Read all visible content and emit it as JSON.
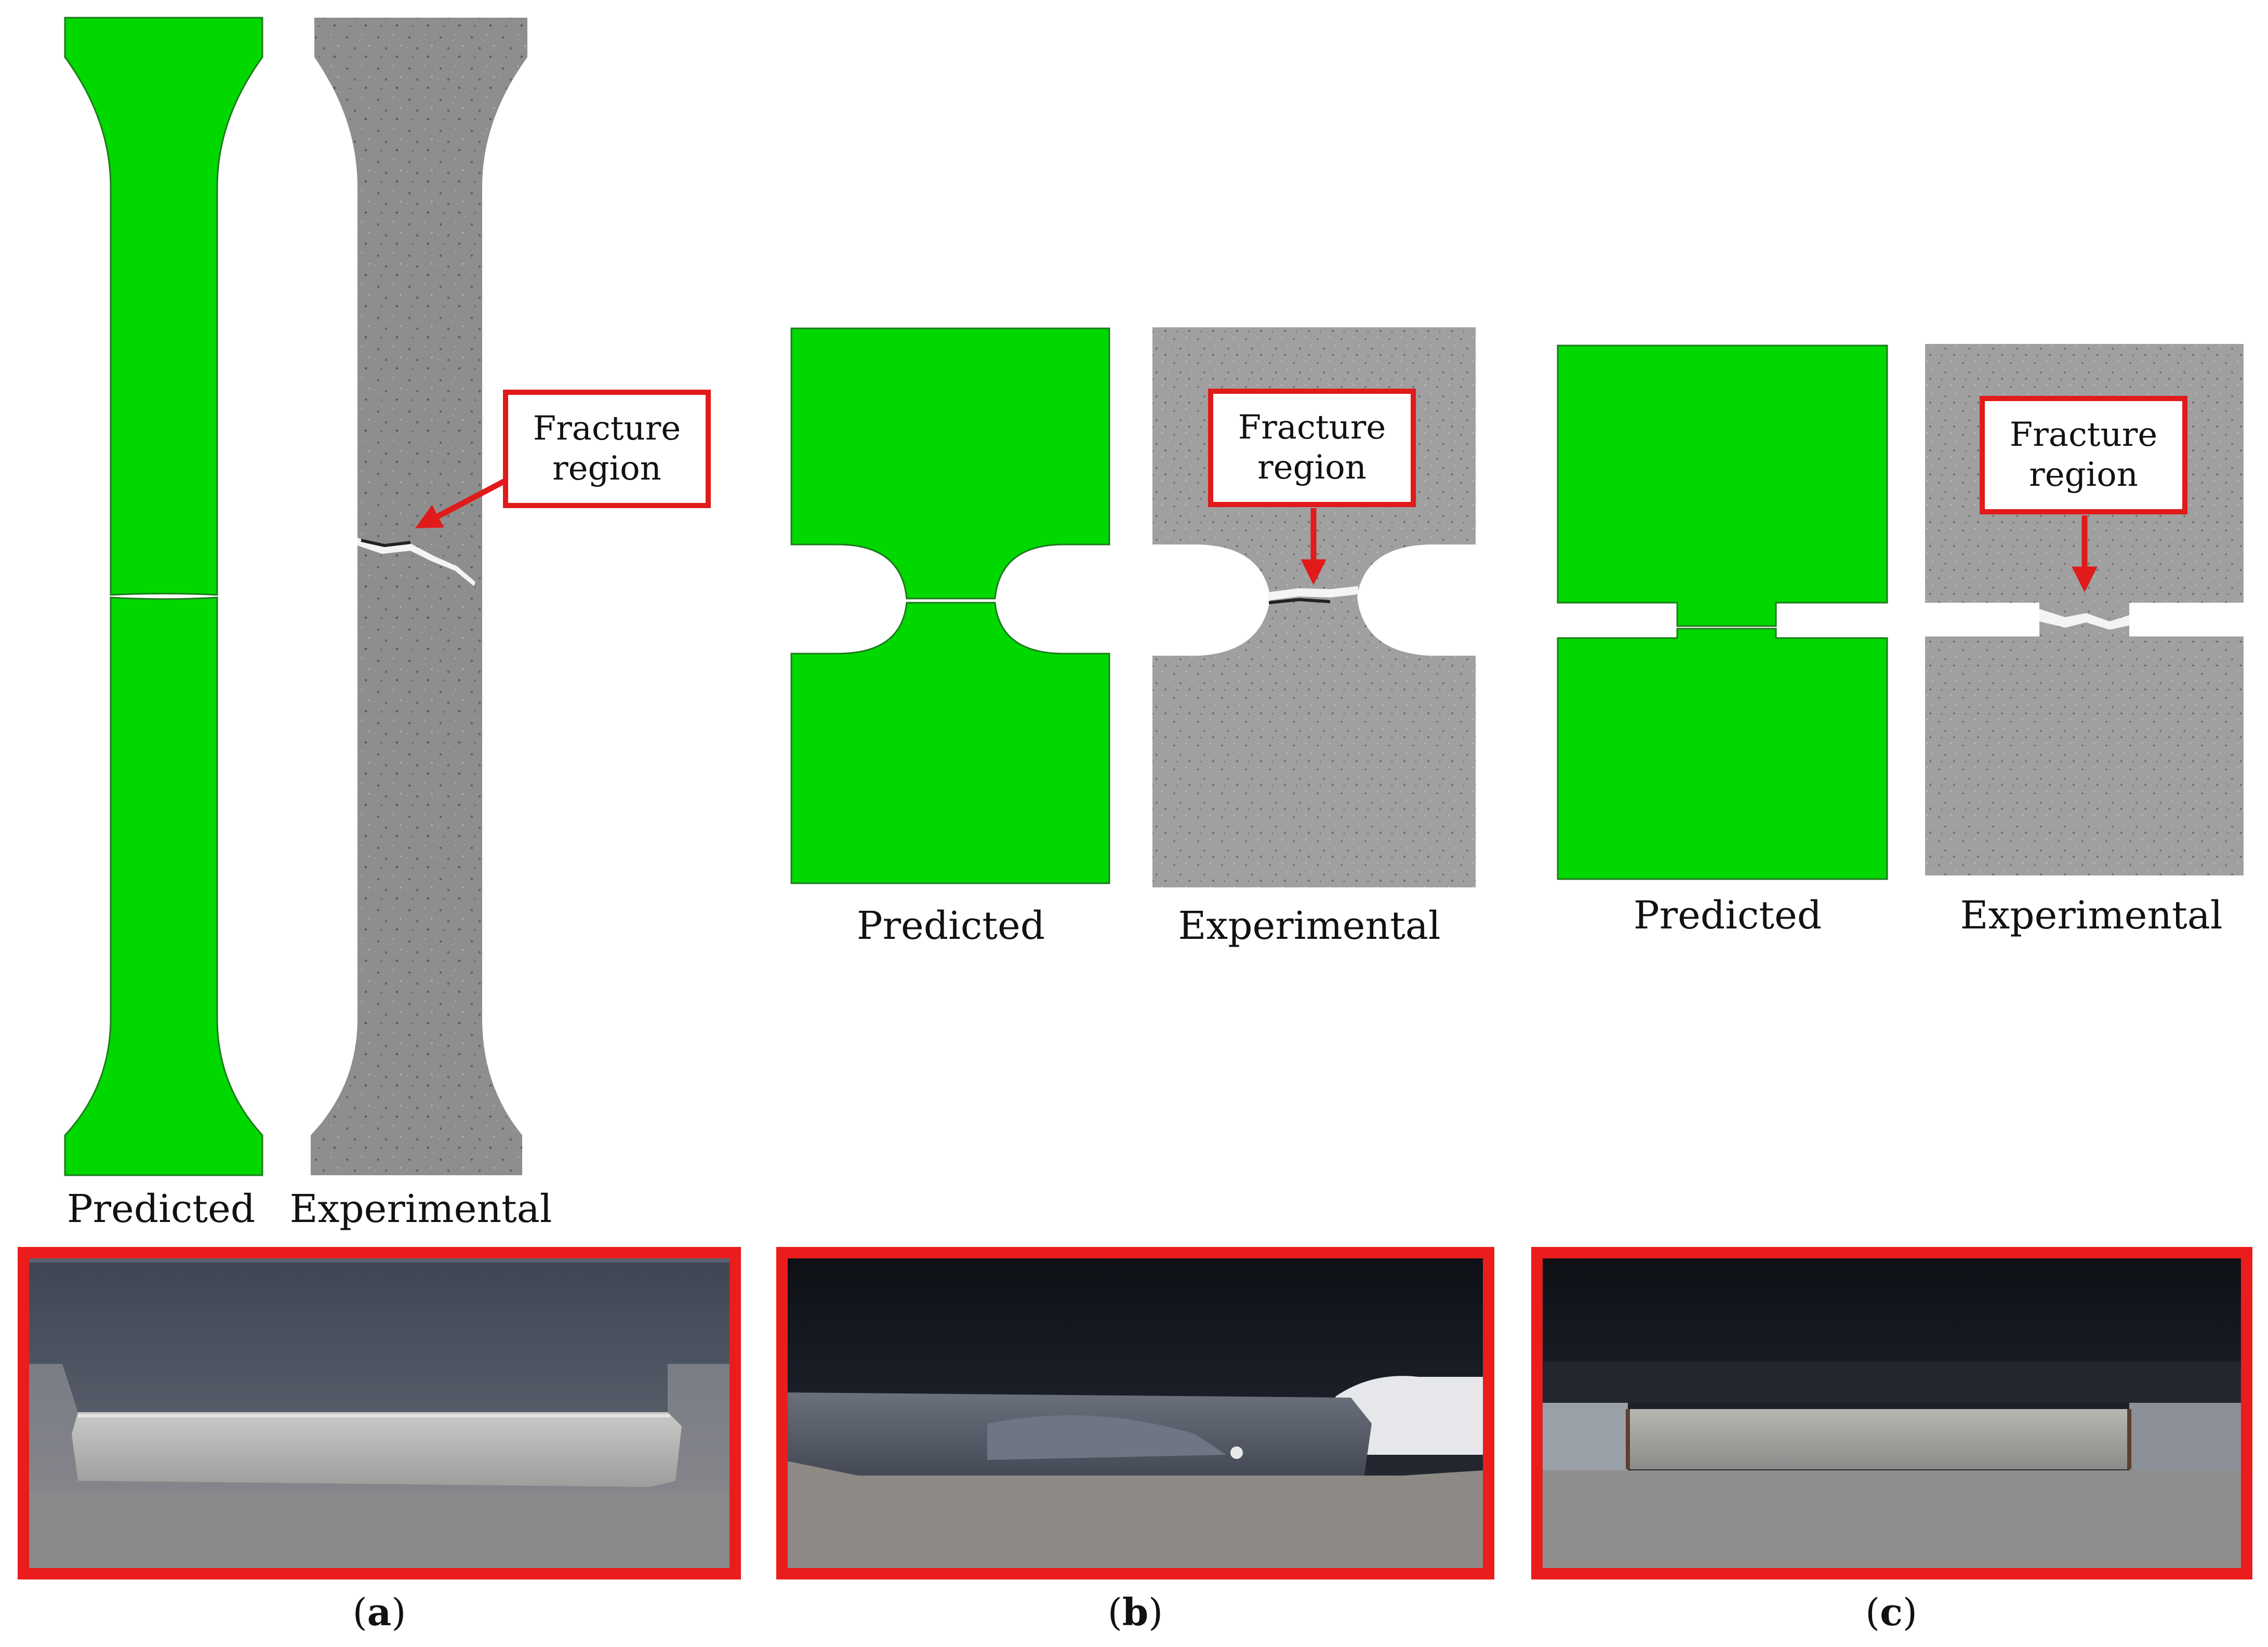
{
  "panels": {
    "a": {
      "predicted_label": "Predicted",
      "experimental_label": "Experimental",
      "callout": {
        "line1": "Fracture",
        "line2": "region"
      },
      "caption": {
        "open": "(",
        "letter": "a",
        "close": ")"
      }
    },
    "b": {
      "predicted_label": "Predicted",
      "experimental_label": "Experimental",
      "callout": {
        "line1": "Fracture",
        "line2": "region"
      },
      "caption": {
        "open": "(",
        "letter": "b",
        "close": ")"
      }
    },
    "c": {
      "predicted_label": "Predicted",
      "experimental_label": "Experimental",
      "callout": {
        "line1": "Fracture",
        "line2": "region"
      },
      "caption": {
        "open": "(",
        "letter": "c",
        "close": ")"
      }
    }
  },
  "colors": {
    "predicted_fill": "#00d800",
    "experimental_fill": "#8e8e8e",
    "callout_border": "#e11a1a",
    "photo_frame": "#ea1c1c"
  }
}
